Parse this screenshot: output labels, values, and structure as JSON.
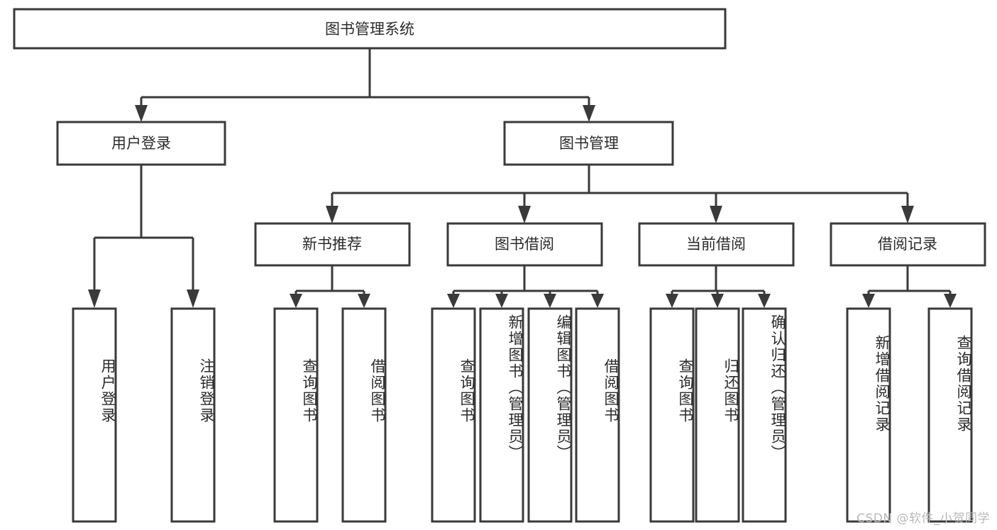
{
  "diagram": {
    "type": "tree",
    "title": "图书管理系统",
    "root": {
      "label": "图书管理系统"
    },
    "level2": [
      {
        "label": "用户登录"
      },
      {
        "label": "图书管理"
      }
    ],
    "level3": [
      {
        "label": "新书推荐"
      },
      {
        "label": "图书借阅"
      },
      {
        "label": "当前借阅"
      },
      {
        "label": "借阅记录"
      }
    ],
    "leaves": {
      "user_login": [
        {
          "label": "用户登录"
        },
        {
          "label": "注销登录"
        }
      ],
      "new_book_recommend": [
        {
          "label": "查询图书"
        },
        {
          "label": "借阅图书"
        }
      ],
      "book_borrow": [
        {
          "label": "查询图书"
        },
        {
          "label": "新增图书（管理员）"
        },
        {
          "label": "编辑图书（管理员）"
        },
        {
          "label": "借阅图书"
        }
      ],
      "current_borrow": [
        {
          "label": "查询图书"
        },
        {
          "label": "归还图书"
        },
        {
          "label": "确认归还（管理员）"
        }
      ],
      "borrow_record": [
        {
          "label": "新增借阅记录"
        },
        {
          "label": "查询借阅记录"
        }
      ]
    }
  },
  "watermark": {
    "text": "CSDN @软件_小贺同学"
  },
  "colors": {
    "stroke": "#3a3a3a",
    "box_fill": "#ffffff",
    "text": "#2b2b2b",
    "watermark": "#b9b9b9",
    "background": "#ffffff"
  }
}
